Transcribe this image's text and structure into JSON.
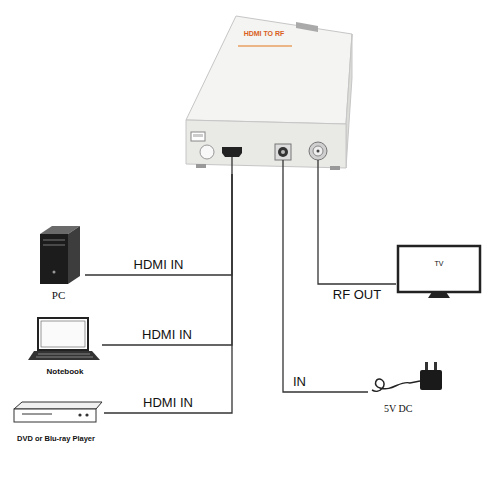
{
  "diagram": {
    "nodes": [
      {
        "text": [
          "HDMI TO RF"
        ]
      },
      {
        "text": [
          "PC"
        ]
      },
      {
        "text": [
          "TV"
        ]
      },
      {
        "text": [
          "Notebook"
        ]
      },
      {
        "text": [
          "5V DC"
        ]
      },
      {
        "text": [
          "DVD or Blu-ray Player"
        ]
      }
    ],
    "edges": [
      {
        "from": 1,
        "to": 0,
        "label": "HDMI IN",
        "arrow": "none"
      },
      {
        "from": 0,
        "to": 2,
        "label": "RF OUT",
        "arrow": "none"
      },
      {
        "from": 3,
        "to": 0,
        "label": "HDMI IN",
        "arrow": "none"
      },
      {
        "from": 4,
        "to": 0,
        "label": "IN",
        "arrow": "none"
      },
      {
        "from": 5,
        "to": 0,
        "label": "HDMI IN",
        "arrow": "none"
      }
    ]
  }
}
